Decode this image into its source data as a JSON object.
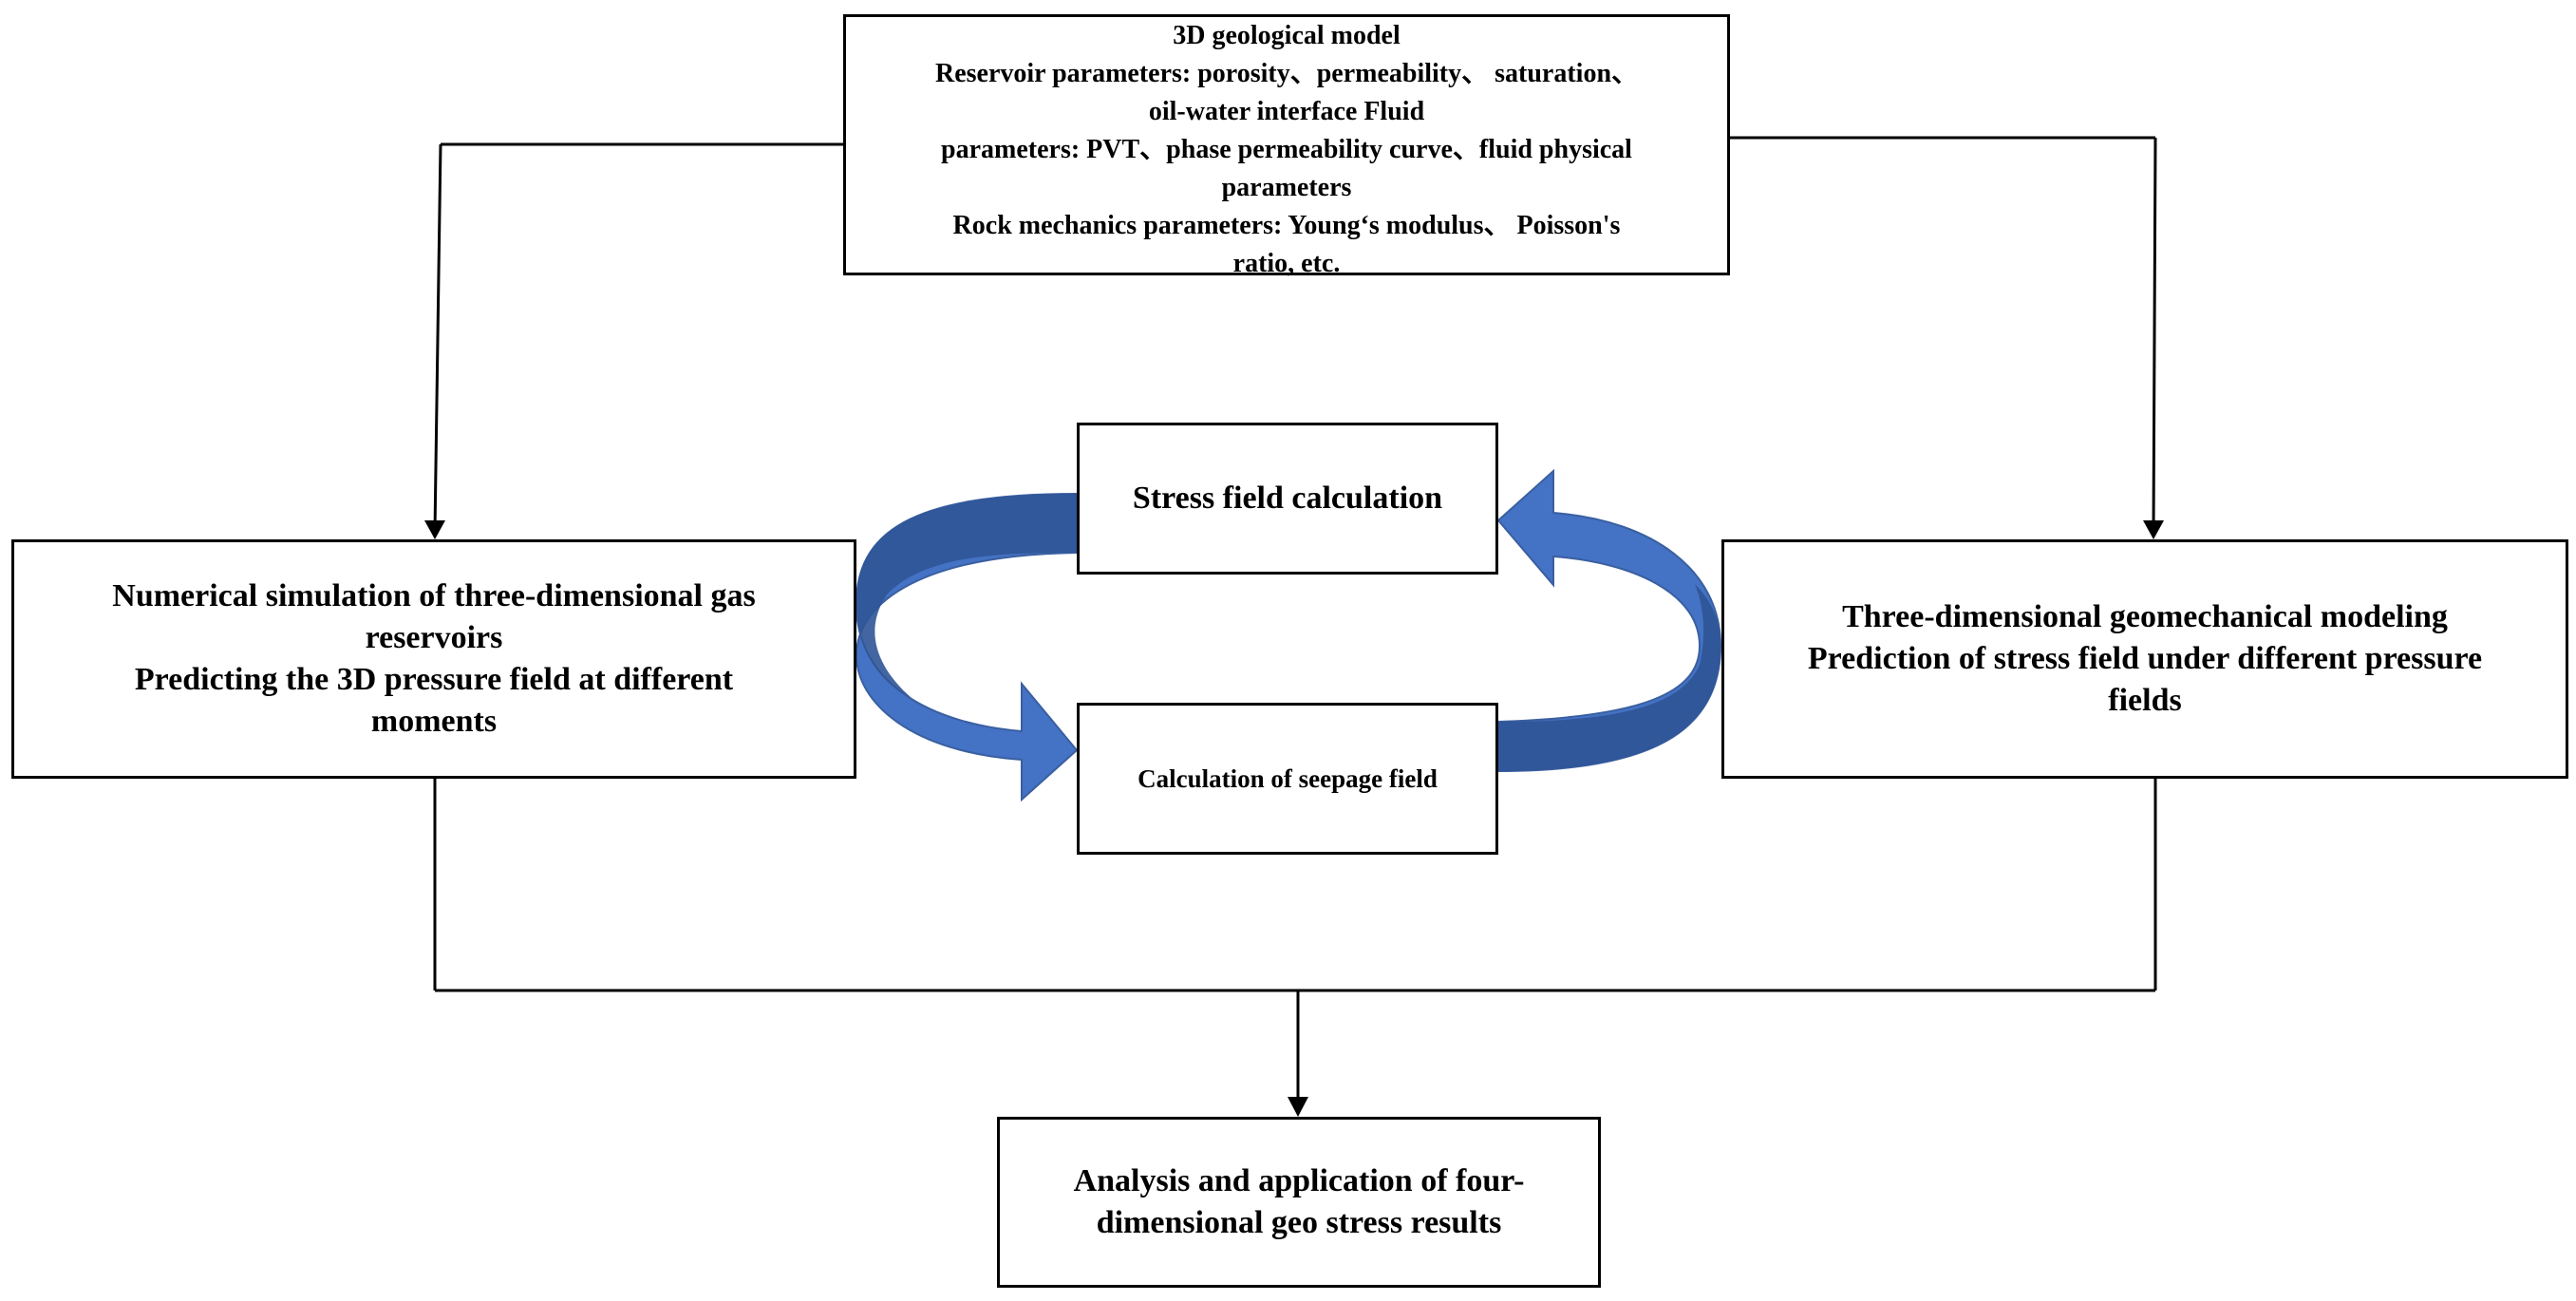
{
  "geo_model": {
    "lines": [
      "3D geological model",
      "Reservoir parameters: porosity、permeability、 saturation、",
      "oil-water interface Fluid",
      "parameters: PVT、phase permeability curve、fluid physical",
      "parameters",
      "Rock mechanics parameters: Young‘s modulus、 Poisson's",
      "ratio, etc."
    ]
  },
  "simulation": {
    "lines": [
      "Numerical simulation of three-dimensional gas",
      "reservoirs",
      "Predicting the 3D pressure field at different",
      "moments"
    ]
  },
  "geomechanics": {
    "lines": [
      "Three-dimensional geomechanical modeling",
      "Prediction of stress field under different pressure",
      "fields"
    ]
  },
  "stress_calc": {
    "label": "Stress field calculation"
  },
  "seepage_calc": {
    "label": "Calculation of seepage field"
  },
  "result": {
    "lines": [
      "Analysis and application of four-",
      "dimensional geo stress results"
    ]
  },
  "colors": {
    "arrow_fill": "#4472c4",
    "arrow_dark": "#2f5597",
    "line": "#000000"
  }
}
